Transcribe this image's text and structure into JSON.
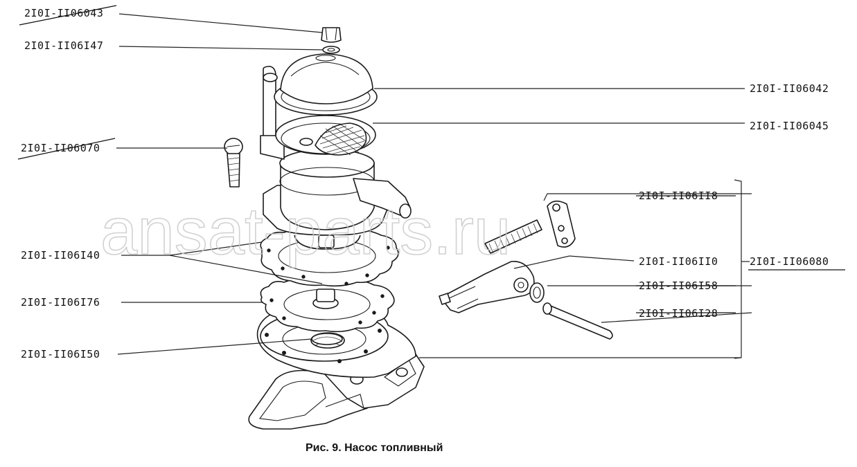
{
  "caption": "Рис. 9. Насос топливный",
  "watermark": "ansat-parts.ru",
  "labels": {
    "l1": "2I0I-II06043",
    "l2": "2I0I-II06I47",
    "l3": "2I0I-II06070",
    "l4": "2I0I-II06I40",
    "l5": "2I0I-II06I76",
    "l6": "2I0I-II06I50",
    "r1": "2I0I-II06042",
    "r2": "2I0I-II06045",
    "r3": "2I0I-II06II8",
    "r4": "2I0I-II06II0",
    "r5": "2I0I-II06I58",
    "r6": "2I0I-II06I28",
    "r7": "2I0I-II06080"
  }
}
